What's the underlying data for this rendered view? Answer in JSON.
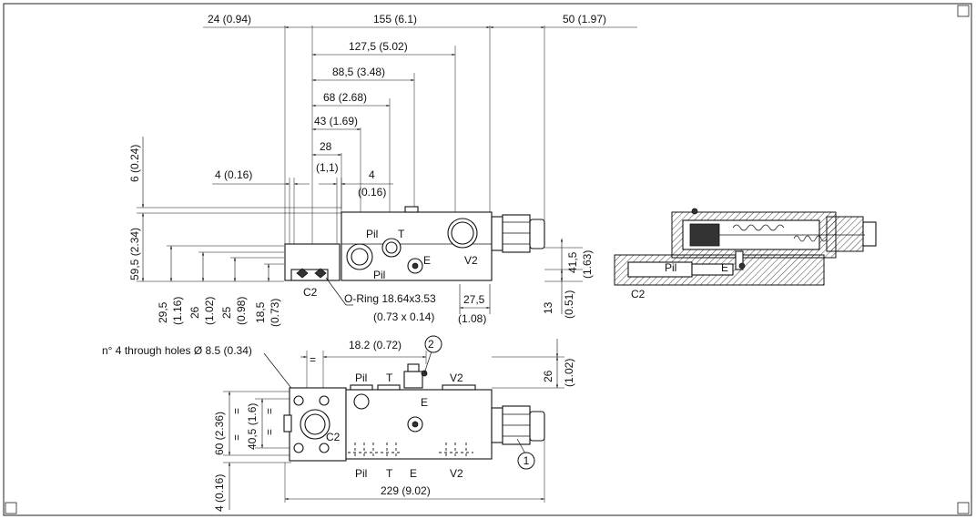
{
  "top_dims": {
    "d24": "24 (0.94)",
    "d155": "155 (6.1)",
    "d50": "50 (1.97)",
    "d127": "127,5 (5.02)",
    "d88": "88,5 (3.48)",
    "d68": "68 (2.68)",
    "d43": "43 (1.69)",
    "d28a": "28",
    "d28b": "(1,1)",
    "d4l": "4 (0.16)",
    "d4ra": "4",
    "d4rb": "(0.16)"
  },
  "left_dims": {
    "d6": "6 (0.24)",
    "d595": "59,5 (2.34)",
    "d295": "29,5",
    "d295i": "(1.16)",
    "d26": "26",
    "d26i": "(1.02)",
    "d25": "25",
    "d25i": "(0.98)",
    "d185": "18,5",
    "d185i": "(0.73)"
  },
  "right_dims": {
    "d415": "41,5",
    "d415i": "(1.63)",
    "d13": "13",
    "d13i": "(0.51)",
    "d275": "27,5",
    "d275i": "(1.08)"
  },
  "ports": {
    "pil": "Pil",
    "t": "T",
    "e": "E",
    "v2": "V2",
    "c2": "C2"
  },
  "oring": {
    "line1": "O-Ring 18.64x3.53",
    "line2": "(0.73 x 0.14)"
  },
  "plan_dims": {
    "holes": "n° 4 through holes Ø 8.5 (0.34)",
    "d182": "18.2 (0.72)",
    "d26": "26",
    "d26i": "(1.02)",
    "d60": "60 (2.36)",
    "d405": "40,5 (1.6)",
    "d4": "4 (0.16)",
    "d229": "229 (9.02)",
    "callout1": "1",
    "callout2": "2",
    "eq": "="
  }
}
